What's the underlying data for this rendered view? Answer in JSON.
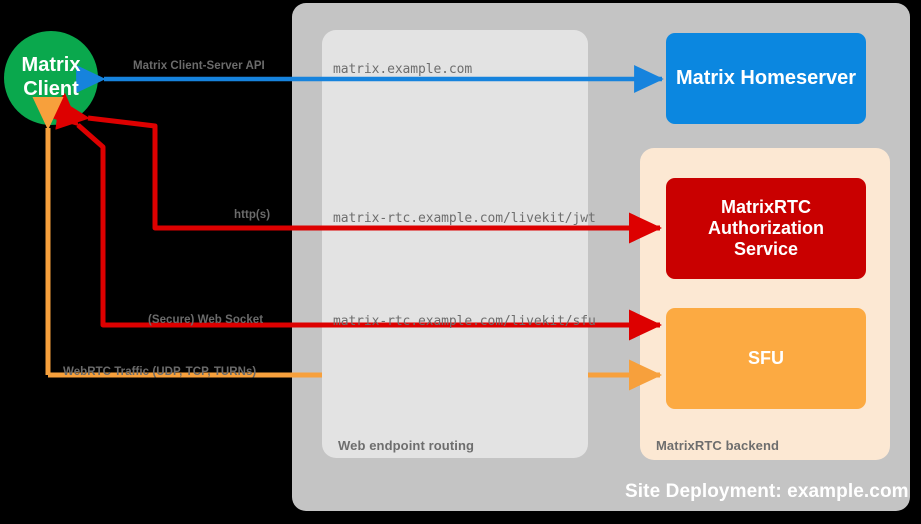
{
  "diagram": {
    "title": "Site Deployment: example.com",
    "site_caption": "Site Deployment: example.com",
    "colors": {
      "background": "#000000",
      "site_panel": "#c4c4c4",
      "routing_panel": "#e3e3e3",
      "backend_panel": "#fce8d3",
      "client_green": "#0aa84d",
      "homeserver_blue": "#0b87e0",
      "auth_red": "#c90000",
      "sfu_orange": "#fcaa42",
      "arrow_blue": "#1683dd",
      "arrow_red": "#dd0000",
      "arrow_orange": "#f7a03c",
      "caption_gray": "#6e6e6e",
      "label_gray": "#6b6b6b"
    }
  },
  "nodes": {
    "client": {
      "label": "Matrix\nClient",
      "shape": "circle",
      "color": "#0aa84d"
    },
    "homeserver": {
      "label": "Matrix Homeserver",
      "shape": "rounded-rect",
      "color": "#0b87e0"
    },
    "auth_service": {
      "label": "MatrixRTC\nAuthorization\nService",
      "shape": "rounded-rect",
      "color": "#c90000"
    },
    "sfu": {
      "label": "SFU",
      "shape": "rounded-rect",
      "color": "#fcaa42"
    }
  },
  "zones": {
    "site": {
      "caption": "Site Deployment: example.com"
    },
    "web_routing": {
      "caption": "Web endpoint routing"
    },
    "matrixrtc_backend": {
      "caption": "MatrixRTC backend"
    }
  },
  "connections": [
    {
      "id": "client-server-api",
      "label": "Matrix Client-Server API",
      "endpoint": "matrix.example.com",
      "color": "#1683dd",
      "direction": "bidirectional",
      "from": "client",
      "to": "homeserver"
    },
    {
      "id": "livekit-jwt",
      "label": "http(s)",
      "endpoint": "matrix-rtc.example.com/livekit/jwt",
      "color": "#dd0000",
      "direction": "bidirectional",
      "from": "client",
      "to": "auth_service"
    },
    {
      "id": "livekit-sfu",
      "label": "(Secure) Web Socket",
      "endpoint": "matrix-rtc.example.com/livekit/sfu",
      "color": "#dd0000",
      "direction": "bidirectional",
      "from": "client",
      "to": "sfu"
    },
    {
      "id": "webrtc-traffic",
      "label": "WebRTC Traffic (UDP, TCP, TURNs)",
      "endpoint": "",
      "color": "#f7a03c",
      "direction": "bidirectional",
      "from": "client",
      "to": "sfu"
    }
  ],
  "endpoints": {
    "matrix": "matrix.example.com",
    "livekit_jwt": "matrix-rtc.example.com/livekit/jwt",
    "livekit_sfu": "matrix-rtc.example.com/livekit/sfu"
  },
  "edge_labels": {
    "cs_api": "Matrix Client-Server API",
    "https": "http(s)",
    "websocket": "(Secure) Web Socket",
    "webrtc": "WebRTC Traffic (UDP, TCP, TURNs)"
  }
}
